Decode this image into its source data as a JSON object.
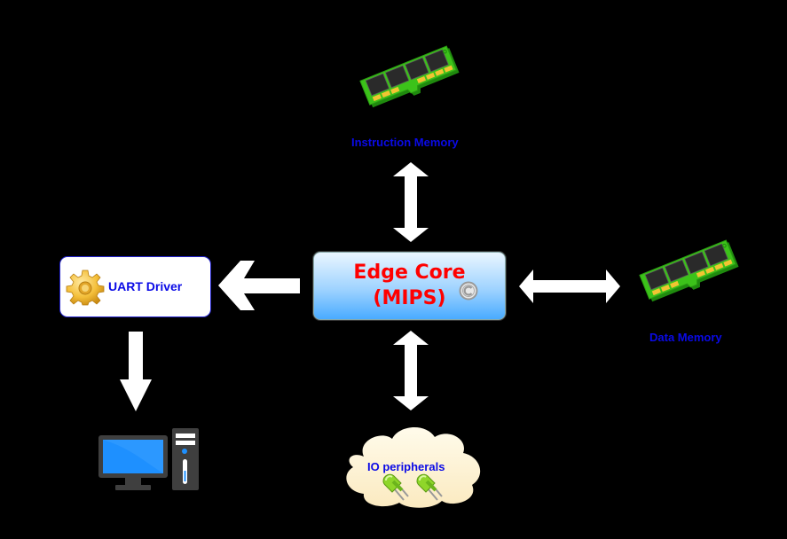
{
  "diagram": {
    "core": {
      "title": "Edge Core",
      "subtitle": "(MIPS)",
      "title_color": "#ff0000",
      "fill_top": "#eaf6ff",
      "fill_bottom": "#49abff",
      "badge_icon": "copyright-icon"
    },
    "instruction_memory": {
      "label": "Instruction Memory",
      "icon": "ram-module-icon"
    },
    "data_memory": {
      "label": "Data Memory",
      "icon": "ram-module-icon"
    },
    "uart_driver": {
      "label": "UART Driver",
      "icon": "gear-icon",
      "border_color": "#2222cc"
    },
    "io_peripherals": {
      "label": "IO peripherals",
      "icon": "led-icon",
      "led_count": 2
    },
    "computer": {
      "icon": "desktop-computer-icon"
    },
    "connections": [
      {
        "from": "core",
        "to": "instruction_memory",
        "direction": "bidirectional"
      },
      {
        "from": "core",
        "to": "data_memory",
        "direction": "bidirectional"
      },
      {
        "from": "core",
        "to": "io_peripherals",
        "direction": "bidirectional"
      },
      {
        "from": "core",
        "to": "uart_driver",
        "direction": "unidirectional"
      },
      {
        "from": "uart_driver",
        "to": "computer",
        "direction": "unidirectional"
      }
    ],
    "colors": {
      "background": "#000000",
      "label_text": "#0a0ae6",
      "arrow": "#ffffff",
      "ram_board": "#3cc21a",
      "ram_chip": "#2a2a2a",
      "ram_contacts": "#f2c532",
      "cloud_fill": "#fff6d8",
      "led": "#8fd62a",
      "monitor_screen": "#1e90ff",
      "monitor_body": "#3f3f3f"
    }
  }
}
